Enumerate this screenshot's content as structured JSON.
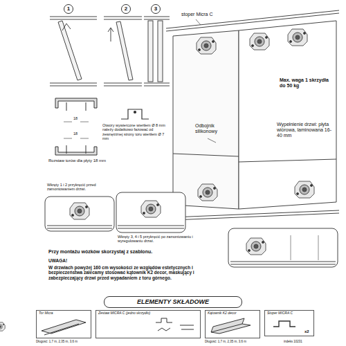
{
  "diagram": {
    "nodes": [
      {
        "text": [
          "1"
        ]
      },
      {
        "text": [
          "2"
        ]
      },
      {
        "text": [
          "3"
        ]
      },
      {
        "text": [
          "ELEMENTY SKŁADOWE"
        ]
      },
      {
        "text": [
          "Tor Micra"
        ]
      },
      {
        "text": [
          "Zestaw MICRA C (jedno skrzydło)"
        ]
      },
      {
        "text": [
          "Kątownik K2 decor"
        ]
      },
      {
        "text": [
          "Stoper MICRA C"
        ]
      }
    ],
    "labels": [
      "stoper Micra C",
      "Odbojnik silikonowy",
      "Max. waga 1 skrzydła do 50 kg",
      "Wypełnienie drzwi: płyta wiórowa, laminowana 16-40 mm",
      "Otwory wywiercone wiertłem Ø 8 mm należy dodatkowo fazować od zewnętrznej strony toru wiertłem Ø 7 mm",
      "18",
      "18",
      "Rozstaw torów dla płyty 18 mm",
      "Wkręty 1 i 2 przykręcić przed zamontowaniem drzwi.",
      "Wkręty 3, 4 i 5 przykręcić po zamontowaniu i wyregulowaniu drzwi.",
      "Przy montażu wózków skorzystaj z szablonu.",
      "UWAGA!",
      "W drzwiach powyżej 160 cm wysokości ze względów estetycznych i bezpieczeństwa zalecamy stosować kątownik K2 decor, maskujący i zabezpieczający drzwi przed wypadaniem z toru górnego.",
      "Długość: 1,7 m, 2,35 m, 3,6 m",
      "Długość: 1,7 m, 2,35 m, 3,6 m",
      "x2",
      "indeks 10231"
    ]
  }
}
